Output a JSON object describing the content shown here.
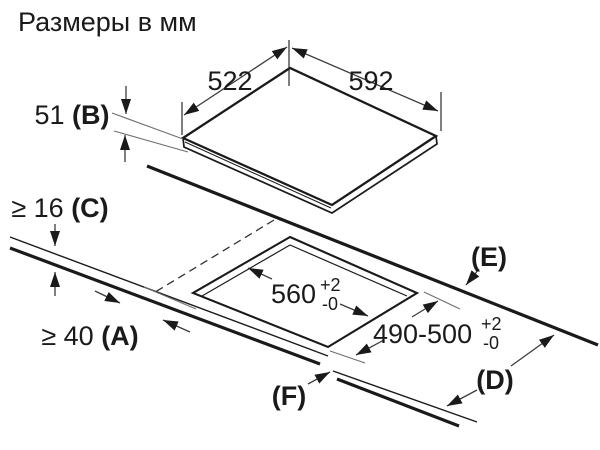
{
  "title": "Размеры в мм",
  "diagram": {
    "type": "hob-installation-dimensions",
    "unit": "mm",
    "labels": {
      "appliance_depth": "522",
      "appliance_width": "592",
      "appliance_height": {
        "value": "51 ",
        "ref": "(B)"
      },
      "worktop_thickness": {
        "value": "≥ 16 ",
        "ref": "(C)"
      },
      "front_clearance": {
        "value": "≥ 40 ",
        "ref": "(A)"
      },
      "cutout_width": {
        "value": "560",
        "tol_plus": "+2",
        "tol_minus": "-0"
      },
      "cutout_depth": {
        "value": "490-500",
        "tol_plus": "+2",
        "tol_minus": "-0"
      },
      "ref_back_edge": {
        "ref": "(E)"
      },
      "ref_side": {
        "ref": "(D)"
      },
      "ref_front_edge": {
        "ref": "(F)"
      }
    },
    "colors": {
      "line": "#1a1a1a",
      "leader": "#3c3c3c",
      "extension": "#6e6e6e",
      "background": "#ffffff"
    }
  }
}
